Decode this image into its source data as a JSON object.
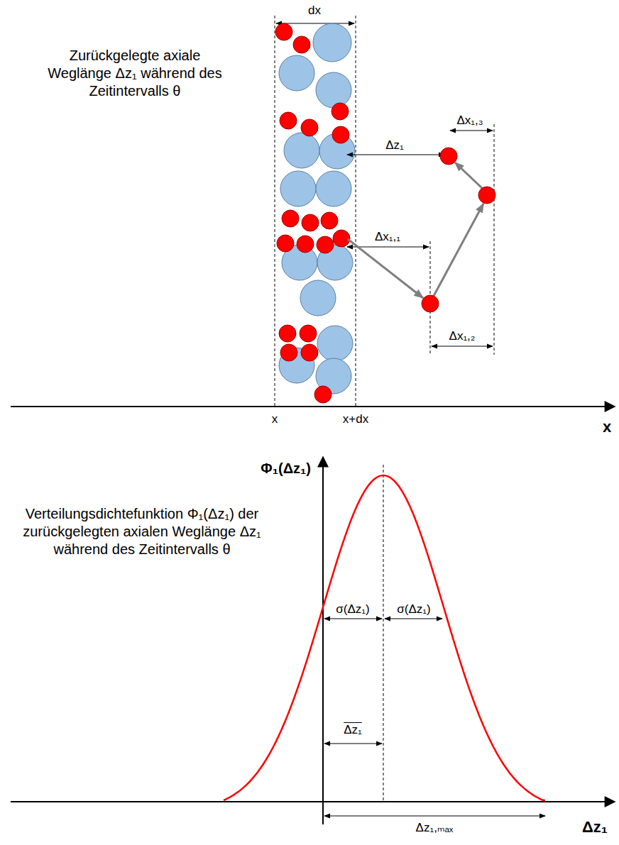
{
  "diagram": {
    "labels": [
      "Zurückgelegte axiale Weglänge Δz₁ während des Zeitintervalls θ",
      "dx",
      "Δz₁",
      "Δx₁,₃",
      "Δx₁,₁",
      "Δx₁,₂",
      "x",
      "x+dx",
      "x",
      "Φ₁(Δz₁)",
      "Verteilungsdichtefunktion Φ₁(Δz₁) der zurückgelegten axialen Weglänge Δz₁ während des Zeitintervalls θ",
      "σ(Δz₁)",
      "σ(Δz₁)",
      "Δz₁",
      "Δz₁,ₘₐₓ",
      "Δz₁"
    ]
  }
}
